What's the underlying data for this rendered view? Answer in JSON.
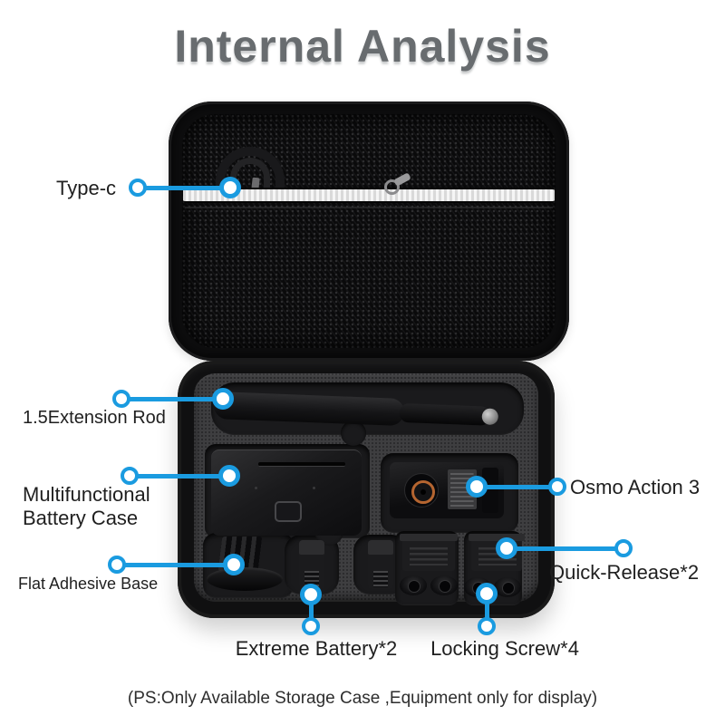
{
  "title": "Internal Analysis",
  "footnote": "(PS:Only Available Storage Case ,Equipment only for display)",
  "labels": {
    "type_c": "Type-c",
    "extension_rod": "1.5Extension Rod",
    "battery_case_line1": "Multifunctional",
    "battery_case_line2": "Battery Case",
    "flat_adhesive_base": "Flat Adhesive Base",
    "osmo_action_3": "Osmo Action 3",
    "quick_release": "Quick-Release*2",
    "extreme_battery": "Extreme Battery*2",
    "locking_screw": "Locking Screw*4"
  },
  "equipment": [
    "type-c-cable",
    "extension-rod",
    "multifunctional-battery-case",
    "osmo-action-3-camera",
    "flat-adhesive-base",
    "extreme-battery-x2",
    "locking-screw-x4",
    "quick-release-x2",
    "storage-case"
  ],
  "colors": {
    "accent_blue": "#1a9be0",
    "title_gray": "#686c6f",
    "label_black": "#1f1f1f",
    "case_black": "#101011",
    "foam_gray": "#3e3e40",
    "zipper_white": "#ededed",
    "lens_ring_orange": "#b56530"
  }
}
